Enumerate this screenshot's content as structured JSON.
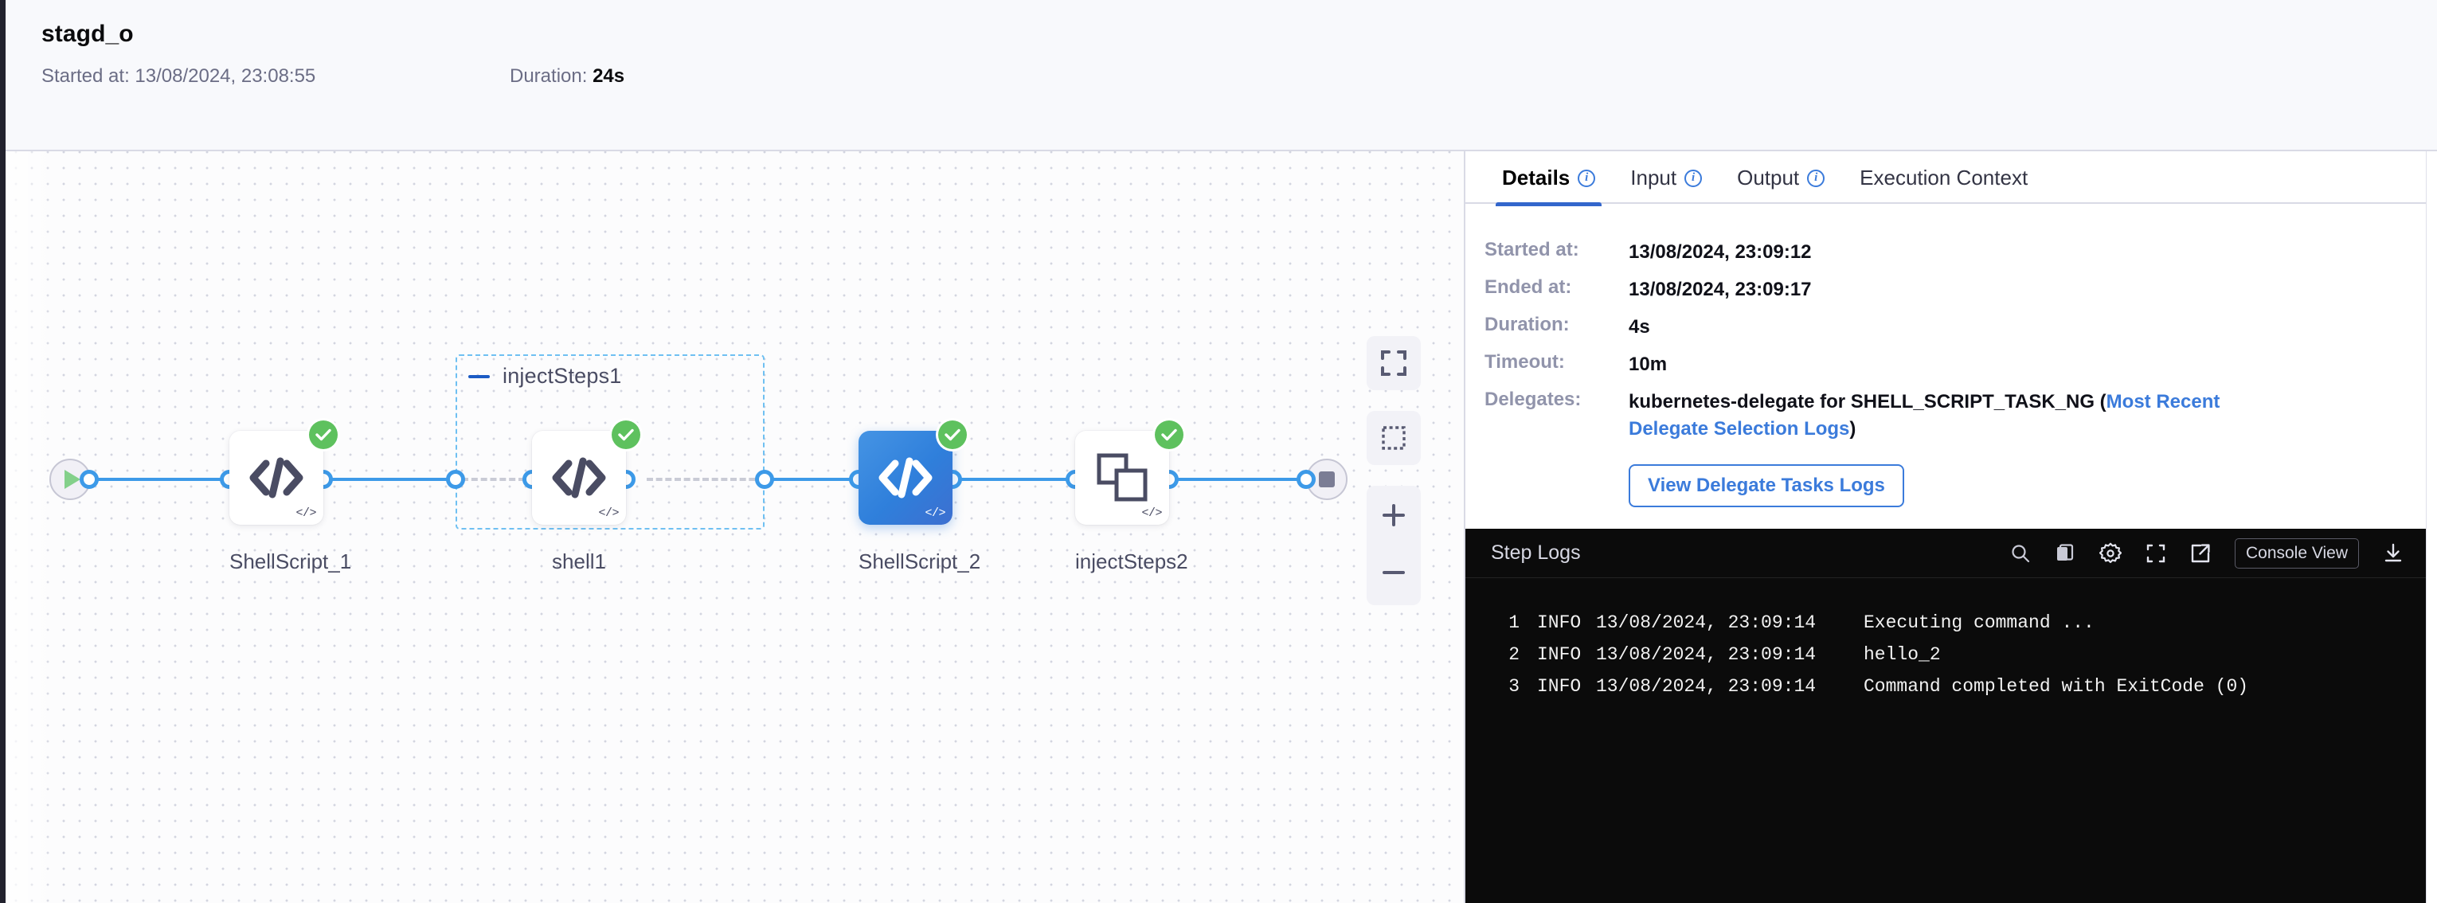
{
  "header": {
    "title": "stagd_o",
    "started_label": "Started at:",
    "started_value": "13/08/2024, 23:08:55",
    "duration_label": "Duration:",
    "duration_value": "24s"
  },
  "canvas": {
    "group": {
      "name": "injectSteps1",
      "collapse_icon": "minus-icon"
    },
    "start_node": {
      "name": "start-node",
      "icon": "play-icon"
    },
    "end_node": {
      "name": "end-node",
      "icon": "stop-icon"
    },
    "nodes": [
      {
        "label": "ShellScript_1",
        "icon": "code-brackets-icon",
        "corner": "</>",
        "status": "success",
        "selected": false
      },
      {
        "label": "shell1",
        "icon": "code-brackets-icon",
        "corner": "</>",
        "status": "success",
        "selected": false
      },
      {
        "label": "ShellScript_2",
        "icon": "code-brackets-icon",
        "corner": "</>",
        "status": "success",
        "selected": true
      },
      {
        "label": "injectSteps2",
        "icon": "stacked-squares-icon",
        "corner": "</>",
        "status": "success",
        "selected": false
      }
    ],
    "tools": [
      {
        "name": "fit-to-screen-button",
        "icon": "expand-corners-icon"
      },
      {
        "name": "marquee-select-button",
        "icon": "dashed-square-icon"
      },
      {
        "name": "zoom-in-button",
        "icon": "plus-icon"
      },
      {
        "name": "zoom-out-button",
        "icon": "minus-icon"
      }
    ]
  },
  "right": {
    "tabs": [
      {
        "label": "Details",
        "info": true,
        "active": true
      },
      {
        "label": "Input",
        "info": true,
        "active": false
      },
      {
        "label": "Output",
        "info": true,
        "active": false
      },
      {
        "label": "Execution Context",
        "info": false,
        "active": false
      }
    ],
    "details": {
      "started_label": "Started at:",
      "started_value": "13/08/2024, 23:09:12",
      "ended_label": "Ended at:",
      "ended_value": "13/08/2024, 23:09:17",
      "duration_label": "Duration:",
      "duration_value": "4s",
      "timeout_label": "Timeout:",
      "timeout_value": "10m",
      "delegates_label": "Delegates:",
      "delegates_prefix": "kubernetes-delegate for SHELL_SCRIPT_TASK_NG (",
      "delegates_link": "Most Recent Delegate Selection Logs",
      "delegates_suffix": ")",
      "view_logs_button": "View Delegate Tasks Logs"
    }
  },
  "logs": {
    "title": "Step Logs",
    "console_view_button": "Console View",
    "actions": [
      {
        "name": "search-icon"
      },
      {
        "name": "copy-icon"
      },
      {
        "name": "gear-icon"
      },
      {
        "name": "fullscreen-icon"
      },
      {
        "name": "external-link-icon"
      },
      {
        "name": "download-icon"
      }
    ],
    "lines": [
      {
        "n": "1",
        "level": "INFO",
        "ts": "13/08/2024, 23:09:14",
        "msg": "Executing command ..."
      },
      {
        "n": "2",
        "level": "INFO",
        "ts": "13/08/2024, 23:09:14",
        "msg": "hello_2"
      },
      {
        "n": "3",
        "level": "INFO",
        "ts": "13/08/2024, 23:09:14",
        "msg": "Command completed with ExitCode (0)"
      }
    ]
  },
  "colors": {
    "accent": "#3366cc",
    "edge": "#3d9ae8",
    "success": "#5ec15e",
    "group_border": "#6fc0f2",
    "selected_node": "#2f7fdb",
    "log_bg": "#0b0b0b"
  }
}
